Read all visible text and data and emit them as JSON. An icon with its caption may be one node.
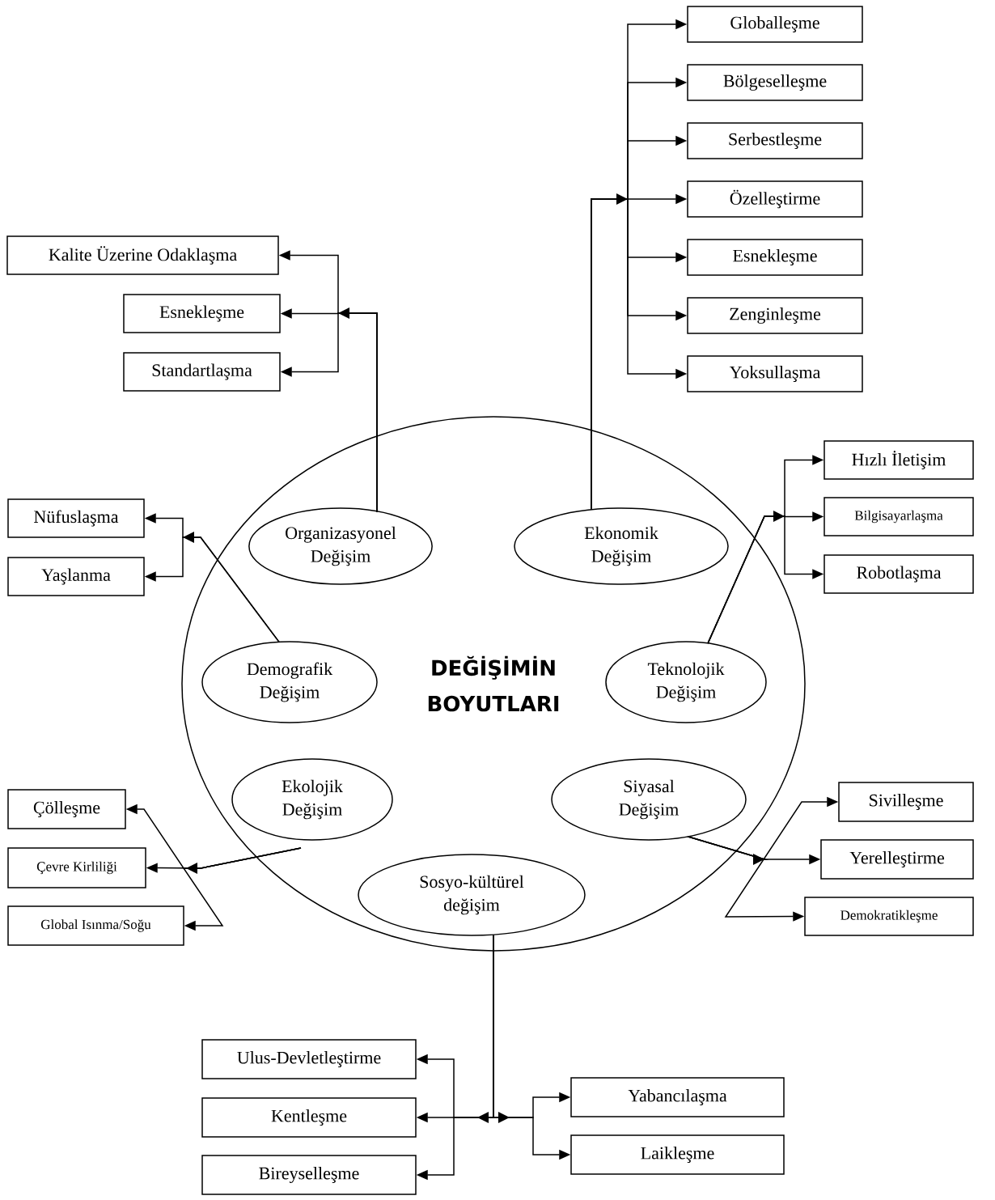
{
  "diagram": {
    "nodes": [
      {
        "text": [
          "DEĞİŞİMİN BOYUTLARI"
        ]
      },
      {
        "text": [
          "Organizasyonel Değişim"
        ],
        "in": 0
      },
      {
        "text": [
          "Ekonomik Değişim"
        ],
        "in": 0
      },
      {
        "text": [
          "Demografik Değişim"
        ],
        "in": 0
      },
      {
        "text": [
          "Teknolojik Değişim"
        ],
        "in": 0
      },
      {
        "text": [
          "Ekolojik Değişim"
        ],
        "in": 0
      },
      {
        "text": [
          "Siyasal Değişim"
        ],
        "in": 0
      },
      {
        "text": [
          "Sosyo-kültürel değişim"
        ],
        "in": 0
      },
      {
        "text": [
          "Globalleşme"
        ]
      },
      {
        "text": [
          "Bölgeselleşme"
        ]
      },
      {
        "text": [
          "Serbestleşme"
        ]
      },
      {
        "text": [
          "Özelleştirme"
        ]
      },
      {
        "text": [
          "Esnekleşme"
        ]
      },
      {
        "text": [
          "Zenginleşme"
        ]
      },
      {
        "text": [
          "Yoksullaşma"
        ]
      },
      {
        "text": [
          "Kalite Üzerine Odaklaşma"
        ]
      },
      {
        "text": [
          "Esnekleşme"
        ]
      },
      {
        "text": [
          "Standartlaşma"
        ]
      },
      {
        "text": [
          "Nüfuslaşma"
        ]
      },
      {
        "text": [
          "Yaşlanma"
        ]
      },
      {
        "text": [
          "Hızlı İletişim"
        ]
      },
      {
        "text": [
          "Bilgisayarlaşma"
        ]
      },
      {
        "text": [
          "Robotlaşma"
        ]
      },
      {
        "text": [
          "Çölleşme"
        ]
      },
      {
        "text": [
          "Çevre Kirliliği"
        ]
      },
      {
        "text": [
          "Global Isınma/Soğu"
        ]
      },
      {
        "text": [
          "Sivilleşme"
        ]
      },
      {
        "text": [
          "Yerelleştirme"
        ]
      },
      {
        "text": [
          "Demokratikleşme"
        ]
      },
      {
        "text": [
          "Ulus-Devletleştirme"
        ]
      },
      {
        "text": [
          "Kentleşme"
        ]
      },
      {
        "text": [
          "Bireyselleşme"
        ]
      },
      {
        "text": [
          "Yabancılaşma"
        ]
      },
      {
        "text": [
          "Laikleşme"
        ]
      }
    ],
    "edges": [
      {
        "from": 2,
        "to": 8,
        "arrow": "to"
      },
      {
        "from": 2,
        "to": 9,
        "arrow": "to"
      },
      {
        "from": 2,
        "to": 10,
        "arrow": "to"
      },
      {
        "from": 2,
        "to": 11,
        "arrow": "to"
      },
      {
        "from": 2,
        "to": 12,
        "arrow": "to"
      },
      {
        "from": 2,
        "to": 13,
        "arrow": "to"
      },
      {
        "from": 2,
        "to": 14,
        "arrow": "to"
      },
      {
        "from": 1,
        "to": 15,
        "arrow": "to"
      },
      {
        "from": 1,
        "to": 16,
        "arrow": "to"
      },
      {
        "from": 1,
        "to": 17,
        "arrow": "to"
      },
      {
        "from": 3,
        "to": 18,
        "arrow": "to"
      },
      {
        "from": 3,
        "to": 19,
        "arrow": "to"
      },
      {
        "from": 4,
        "to": 20,
        "arrow": "to"
      },
      {
        "from": 4,
        "to": 21,
        "arrow": "to"
      },
      {
        "from": 4,
        "to": 22,
        "arrow": "to"
      },
      {
        "from": 5,
        "to": 23,
        "arrow": "to"
      },
      {
        "from": 5,
        "to": 24,
        "arrow": "to"
      },
      {
        "from": 5,
        "to": 25,
        "arrow": "to"
      },
      {
        "from": 6,
        "to": 26,
        "arrow": "to"
      },
      {
        "from": 6,
        "to": 27,
        "arrow": "to"
      },
      {
        "from": 6,
        "to": 28,
        "arrow": "to"
      },
      {
        "from": 7,
        "to": 29,
        "arrow": "to"
      },
      {
        "from": 7,
        "to": 30,
        "arrow": "to"
      },
      {
        "from": 7,
        "to": 31,
        "arrow": "to"
      },
      {
        "from": 7,
        "to": 32,
        "arrow": "to"
      },
      {
        "from": 7,
        "to": 33,
        "arrow": "to"
      }
    ]
  }
}
